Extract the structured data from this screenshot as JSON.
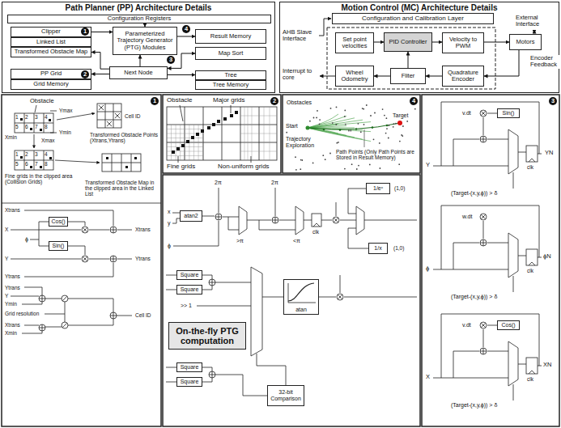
{
  "diagram": {
    "nodes": [
      {
        "text": [
          "Path Planner (PP) Architecture Details"
        ]
      },
      {
        "text": [
          "Configuration Registers"
        ],
        "in": 0
      },
      {
        "text": [
          "Clipper"
        ],
        "in": 0
      },
      {
        "text": [
          "Linked List"
        ],
        "in": 0
      },
      {
        "text": [
          "Transformed Obstacle Map"
        ],
        "in": 0
      },
      {
        "text": [
          "Parameterized Trajectory Generator (PTG) Modules"
        ],
        "in": 0
      },
      {
        "text": [
          "Result Memory"
        ],
        "in": 0
      },
      {
        "text": [
          "Map Sort"
        ],
        "in": 0
      },
      {
        "text": [
          "PP Grid"
        ],
        "in": 0
      },
      {
        "text": [
          "Grid Memory"
        ],
        "in": 0
      },
      {
        "text": [
          "Next Node"
        ],
        "in": 0
      },
      {
        "text": [
          "Tree"
        ],
        "in": 0
      },
      {
        "text": [
          "Tree Memory"
        ],
        "in": 0
      },
      {
        "text": [
          "Motion Control (MC) Architecture Details"
        ]
      },
      {
        "text": [
          "Configuration and Calibration Layer"
        ],
        "in": 13
      },
      {
        "text": [
          "Set point velocities"
        ],
        "in": 13
      },
      {
        "text": [
          "PID Controller"
        ],
        "in": 13
      },
      {
        "text": [
          "Velocity to PWM"
        ],
        "in": 13
      },
      {
        "text": [
          "Motors"
        ],
        "in": 13
      },
      {
        "text": [
          "Wheel Odometry"
        ],
        "in": 13
      },
      {
        "text": [
          "Fliter"
        ],
        "in": 13
      },
      {
        "text": [
          "Quadrature Encoder"
        ],
        "in": 13
      },
      {
        "text": [
          "Cos()"
        ]
      },
      {
        "text": [
          "Sin()"
        ]
      },
      {
        "text": [
          "atan2"
        ]
      },
      {
        "text": [
          "Square"
        ]
      },
      {
        "text": [
          "Square"
        ]
      },
      {
        "text": [
          "Square"
        ]
      },
      {
        "text": [
          "Square"
        ]
      },
      {
        "text": [
          "32-bit Comparison"
        ]
      },
      {
        "text": [
          "atan"
        ]
      },
      {
        "text": [
          "On-the-fly PTG computation"
        ]
      },
      {
        "text": [
          "Sin()"
        ]
      },
      {
        "text": [
          "Cos()"
        ]
      },
      {
        "text": [
          "1/x"
        ]
      },
      {
        "text": [
          "1/eˣ"
        ]
      }
    ],
    "edges": [
      {
        "from": 2,
        "to": 5,
        "arrow": "to"
      },
      {
        "from": 1,
        "to": 5,
        "arrow": "to"
      },
      {
        "from": 10,
        "to": 5,
        "arrow": "to"
      },
      {
        "from": 10,
        "to": 4,
        "arrow": "to"
      },
      {
        "from": 10,
        "to": 8,
        "arrow": "to"
      },
      {
        "from": 10,
        "to": 7,
        "arrow": "both"
      },
      {
        "from": 10,
        "to": 11,
        "arrow": "to"
      },
      {
        "from": 5,
        "to": 6,
        "arrow": "to"
      },
      {
        "from": 15,
        "to": 16,
        "arrow": "to"
      },
      {
        "from": 16,
        "to": 17,
        "arrow": "to"
      },
      {
        "from": 17,
        "to": 18,
        "arrow": "to"
      },
      {
        "from": 18,
        "to": 21,
        "arrow": "to"
      },
      {
        "from": 21,
        "to": 20,
        "arrow": "to"
      },
      {
        "from": 20,
        "to": 19,
        "arrow": "to"
      },
      {
        "from": 20,
        "to": 16,
        "arrow": "to"
      }
    ],
    "labels": [
      "1",
      "2",
      "3",
      "4",
      "AHB Slave Interface",
      "Interrupt to core",
      "External Interface",
      "Encoder Feedback",
      "1",
      "Obstacle",
      "1",
      "2",
      "3",
      "4",
      "5",
      "6",
      "7",
      "8",
      "Ymax",
      "Ymin",
      "Xmin",
      "Xmax",
      "Cell ID",
      "Transformed Obstacle Points (Xtrans,Ytrans)",
      "1",
      "2",
      "3",
      "4",
      "5",
      "6",
      "7",
      "8",
      "Fine grids in the clipped area (Collision Grids)",
      "Transformed Obstacle Map in the clipped area in the Linked List",
      "Xtrans",
      "X",
      "ϕ",
      "Y",
      "Ytrans",
      "Xtrans",
      "Ytrans",
      "Ytrans",
      "Y",
      "Ymin",
      "Grid resolution",
      "Xtrans",
      "Xmin",
      "Cell ID",
      "Obstacle",
      "Major grids",
      "2",
      "Fine grids",
      "Non-uniform grids",
      "4",
      "Obstacles",
      "Start",
      "Target",
      "Trajectory Exploration",
      "Path Points (Only Path Points are Stored in Result Memory)",
      "3",
      "v.dt",
      "Y",
      "YN",
      "(Target-(x,y,ϕ)) > δ",
      "clk",
      "w.dt",
      "ϕ",
      "ϕN",
      "(Target-(x,y,ϕ)) > δ",
      "clk",
      "v.dt",
      "X",
      "XN",
      "(Target-(x,y,ϕ)) > δ",
      "clk",
      "x",
      "y",
      "ϕ",
      "2π",
      "2π",
      ">π",
      "<π",
      "(1,0)",
      "(1,0)",
      ">> 1",
      "clk"
    ]
  }
}
